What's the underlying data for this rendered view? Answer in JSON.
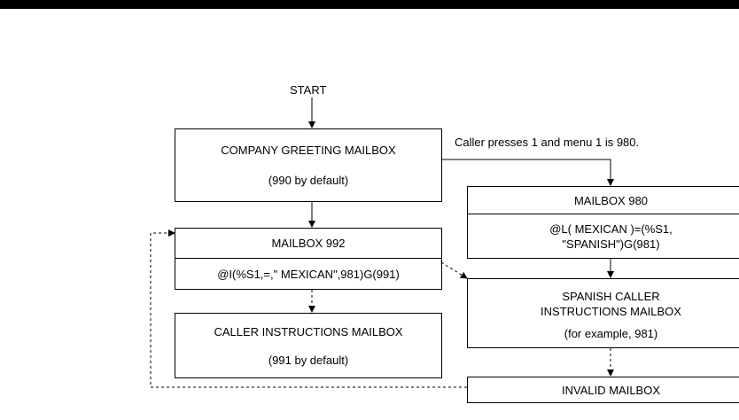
{
  "start_label": "START",
  "branch_label": "Caller presses 1 and menu 1 is 980.",
  "greeting": {
    "title": "COMPANY GREETING MAILBOX",
    "subtitle": "(990 by default)"
  },
  "mailbox_992": {
    "title": "MAILBOX  992",
    "command": "@I(%S1,=,\" MEXICAN\",981)G(991)"
  },
  "caller_instructions": {
    "title": "CALLER INSTRUCTIONS MAILBOX",
    "subtitle": "(991 by default)"
  },
  "mailbox_980": {
    "title": "MAILBOX  980",
    "command": "@L( MEXICAN )=(%S1,\n\"SPANISH\")G(981)"
  },
  "spanish_instructions": {
    "title": "SPANISH CALLER\nINSTRUCTIONS MAILBOX",
    "subtitle": "(for example, 981)"
  },
  "invalid": {
    "title": "INVALID  MAILBOX"
  }
}
